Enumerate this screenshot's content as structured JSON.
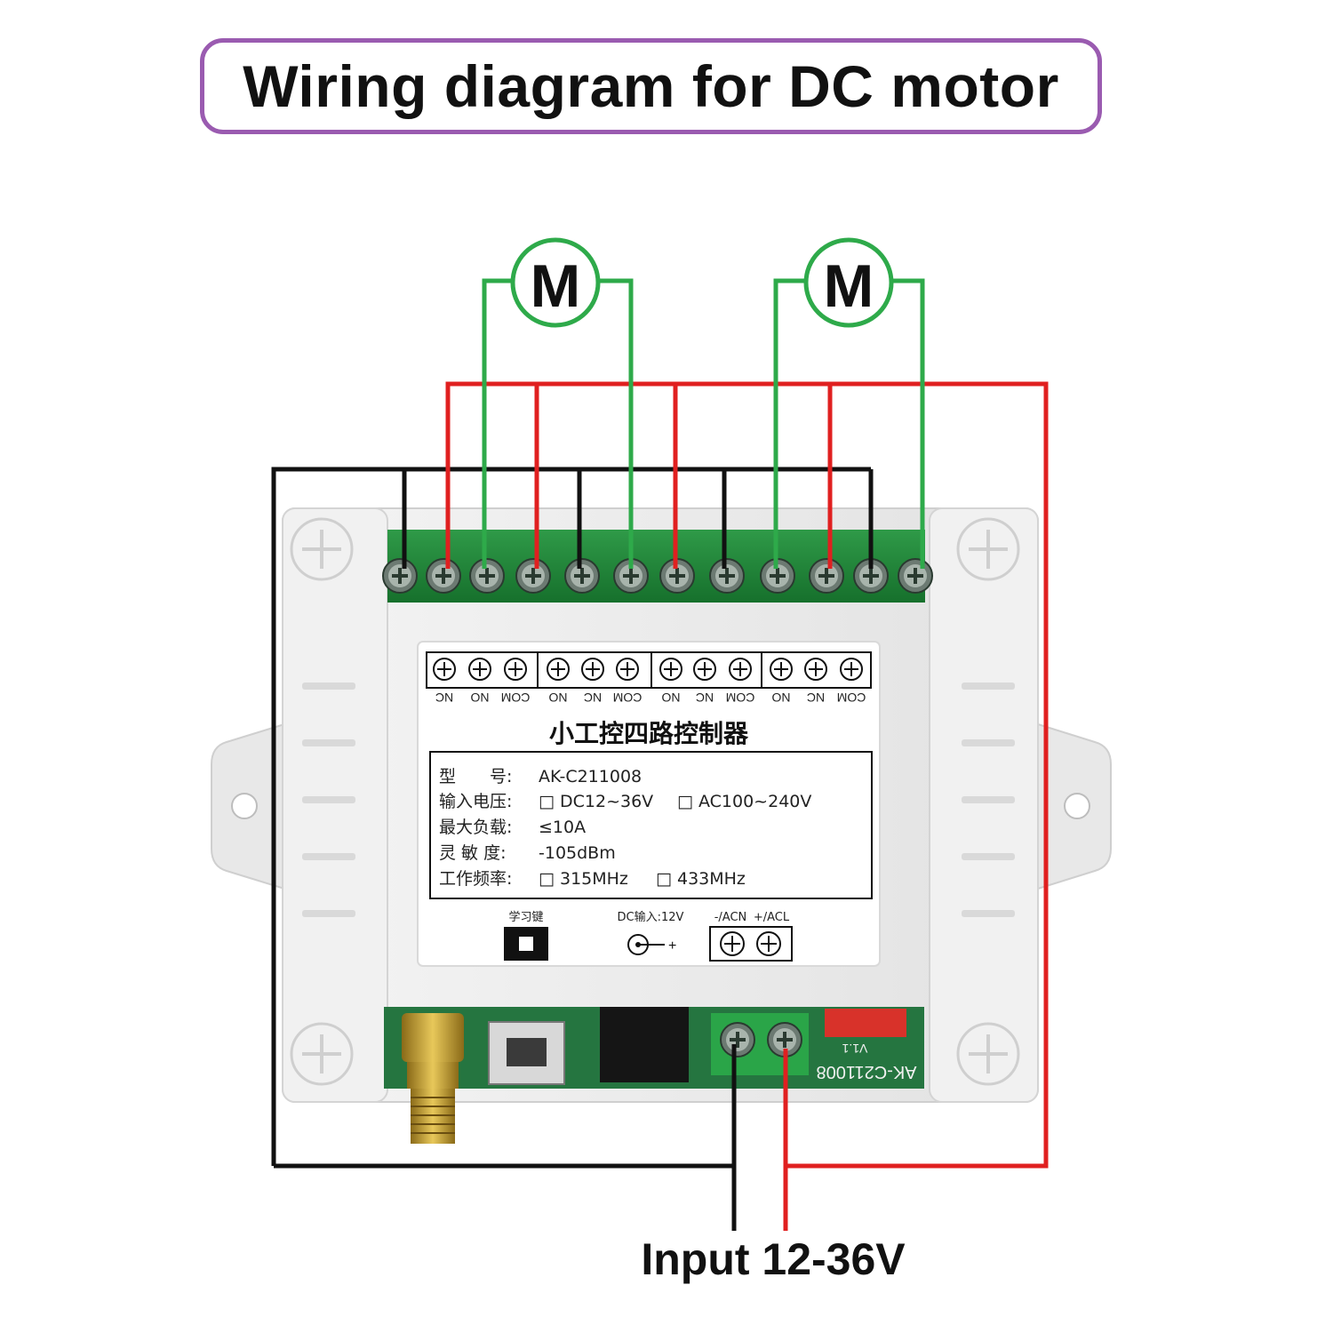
{
  "title": "Wiring diagram for DC motor",
  "motor_label": "M",
  "input_label": "Input 12-36V",
  "device": {
    "name": "小工控四路控制器",
    "terminal_labels": [
      "NC",
      "NO",
      "COM",
      "NO",
      "NC",
      "COM",
      "NO",
      "NC",
      "COM",
      "NO",
      "NC",
      "COM"
    ],
    "specs": [
      {
        "label": "型　　号:",
        "value": "AK-C211008"
      },
      {
        "label": "输入电压:",
        "value": "□ DC12~36V",
        "value2": "□ AC100~240V"
      },
      {
        "label": "最大负载:",
        "value": "≤10A"
      },
      {
        "label": "灵 敏 度:",
        "value": "-105dBm"
      },
      {
        "label": "工作频率:",
        "value": "□ 315MHz",
        "value2": "□ 433MHz"
      }
    ],
    "learn_key": "学习键",
    "dc_input": "DC输入:12V",
    "dc_symbol": "⊖—+",
    "power_terminals": [
      "-/ACN",
      "+/ACL"
    ],
    "pcb_text": "AK-C211008",
    "pcb_version": "V1.1"
  },
  "colors": {
    "title_border": "#9a5bb0",
    "wire_red": "#e02020",
    "wire_green": "#2eaa4a",
    "wire_black": "#111111",
    "terminal_green": "#1f8a3a",
    "case": "#ececec"
  }
}
